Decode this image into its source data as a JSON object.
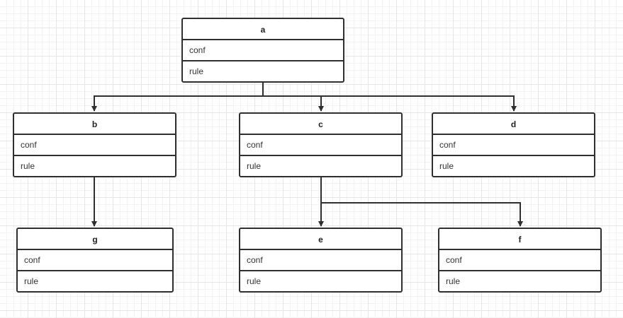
{
  "nodes": {
    "a": {
      "title": "a",
      "attrs": [
        "conf",
        "rule"
      ]
    },
    "b": {
      "title": "b",
      "attrs": [
        "conf",
        "rule"
      ]
    },
    "c": {
      "title": "c",
      "attrs": [
        "conf",
        "rule"
      ]
    },
    "d": {
      "title": "d",
      "attrs": [
        "conf",
        "rule"
      ]
    },
    "g": {
      "title": "g",
      "attrs": [
        "conf",
        "rule"
      ]
    },
    "e": {
      "title": "e",
      "attrs": [
        "conf",
        "rule"
      ]
    },
    "f": {
      "title": "f",
      "attrs": [
        "conf",
        "rule"
      ]
    }
  },
  "edges": [
    {
      "from": "a",
      "to": "b"
    },
    {
      "from": "a",
      "to": "c"
    },
    {
      "from": "a",
      "to": "d"
    },
    {
      "from": "b",
      "to": "g"
    },
    {
      "from": "c",
      "to": "e"
    },
    {
      "from": "c",
      "to": "f"
    }
  ],
  "colors": {
    "stroke": "#2f2f2f",
    "background": "#ffffff",
    "grid": "#e6e6e6"
  }
}
